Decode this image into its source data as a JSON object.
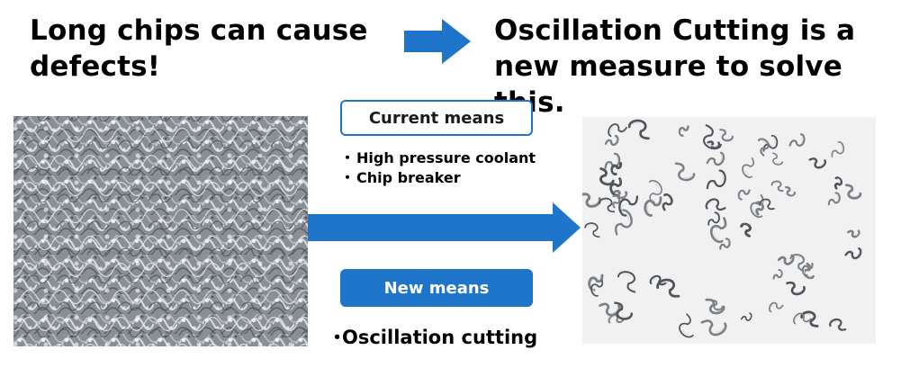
{
  "header": {
    "left_text": "Long chips can cause defects!",
    "right_text": "Oscillation Cutting is a new measure to solve this."
  },
  "current_means": {
    "label": "Current means",
    "items": [
      "High pressure coolant",
      "Chip breaker"
    ]
  },
  "new_means": {
    "label": "New means",
    "items": [
      "Oscillation cutting"
    ]
  },
  "bullet": "・",
  "colors": {
    "accent_blue": "#1f75c9",
    "text": "#000000",
    "background": "#ffffff"
  },
  "images": {
    "left": "tangled-long-chips-photo",
    "right": "short-broken-chips-photo"
  },
  "icons": [
    "right-arrow-icon"
  ]
}
